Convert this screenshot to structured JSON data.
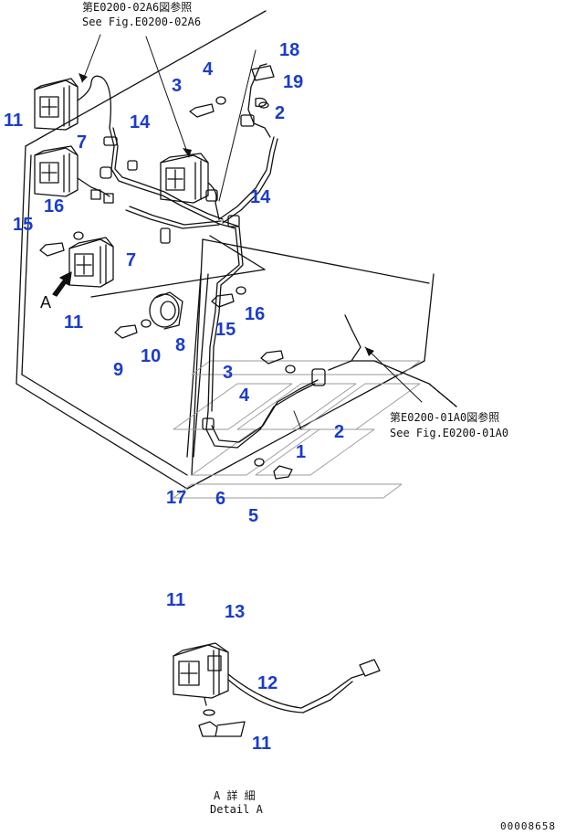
{
  "references": {
    "top_jp": "第E0200-02A6図参照",
    "top_en": "See Fig.E0200-02A6",
    "right_jp": "第E0200-01A0図参照",
    "right_en": "See Fig.E0200-01A0"
  },
  "view_label": "A",
  "detail": {
    "jp": "A 詳 細",
    "en": "Detail A"
  },
  "drawing_code": "00008658",
  "callouts": {
    "n18": "18",
    "n4a": "4",
    "n19": "19",
    "n3a": "3",
    "n2a": "2",
    "n11a": "11",
    "n14a": "14",
    "n7a": "7",
    "n14b": "14",
    "n16a": "16",
    "n15a": "15",
    "n7b": "7",
    "n11b": "11",
    "n16b": "16",
    "n15b": "15",
    "n8": "8",
    "n10": "10",
    "n9": "9",
    "n3b": "3",
    "n4b": "4",
    "n2b": "2",
    "n1": "1",
    "n17": "17",
    "n6": "6",
    "n5": "5",
    "d11a": "11",
    "d13": "13",
    "d12": "12",
    "d11b": "11"
  }
}
